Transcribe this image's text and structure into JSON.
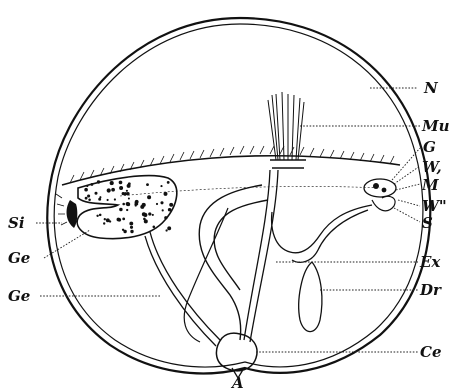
{
  "figure": {
    "labels": {
      "N": "N",
      "Mu": "Mu",
      "G": "G",
      "W1": "W,",
      "M": "M",
      "W2": "W\"",
      "S": "S",
      "Ex": "Ex",
      "Dr": "Dr",
      "Ce": "Ce",
      "A": "A",
      "Si": "Si",
      "Ge_upper": "Ge",
      "Ge_lower": "Ge"
    },
    "colors": {
      "ink": "#111111",
      "paper": "#ffffff"
    }
  }
}
